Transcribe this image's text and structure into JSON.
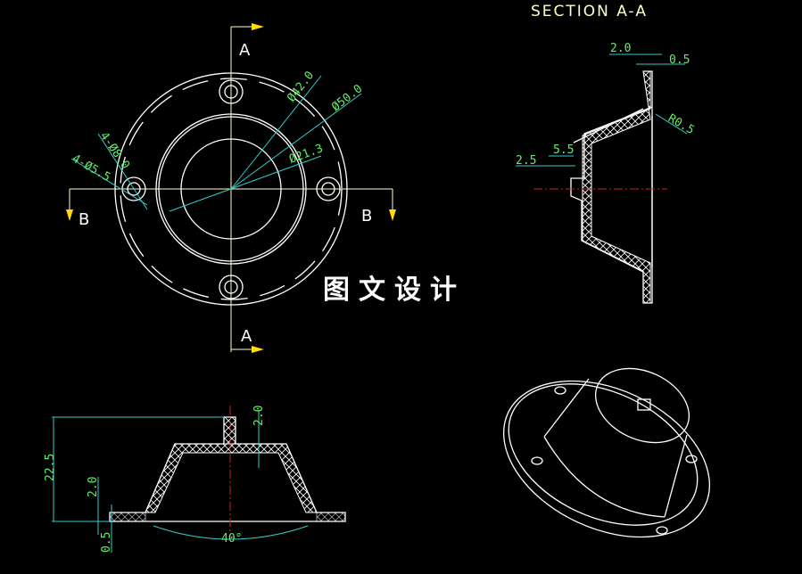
{
  "section_title": "SECTION A-A",
  "watermark": "图文设计",
  "section_marks": {
    "top": "A",
    "bottom": "A",
    "left": "B",
    "right": "B"
  },
  "plan_view_dims": [
    "4-Ø5.5",
    "4-Ø8.0",
    "Ø42.0",
    "Ø50.0",
    "Ø21.3"
  ],
  "section_dims": [
    "2.0",
    "0.5",
    "R0.5",
    "2.5",
    "5.5"
  ],
  "front_view_dims": [
    "22.5",
    "2.0",
    "2.0",
    "0.5",
    "40°"
  ],
  "colors": {
    "background": "#000000",
    "geometry": "#ffffff",
    "dimension_line": "#33cccc",
    "dimension_text": "#66ee66",
    "center_line": "#cc2222",
    "cut_arrow": "#ffdd00"
  }
}
